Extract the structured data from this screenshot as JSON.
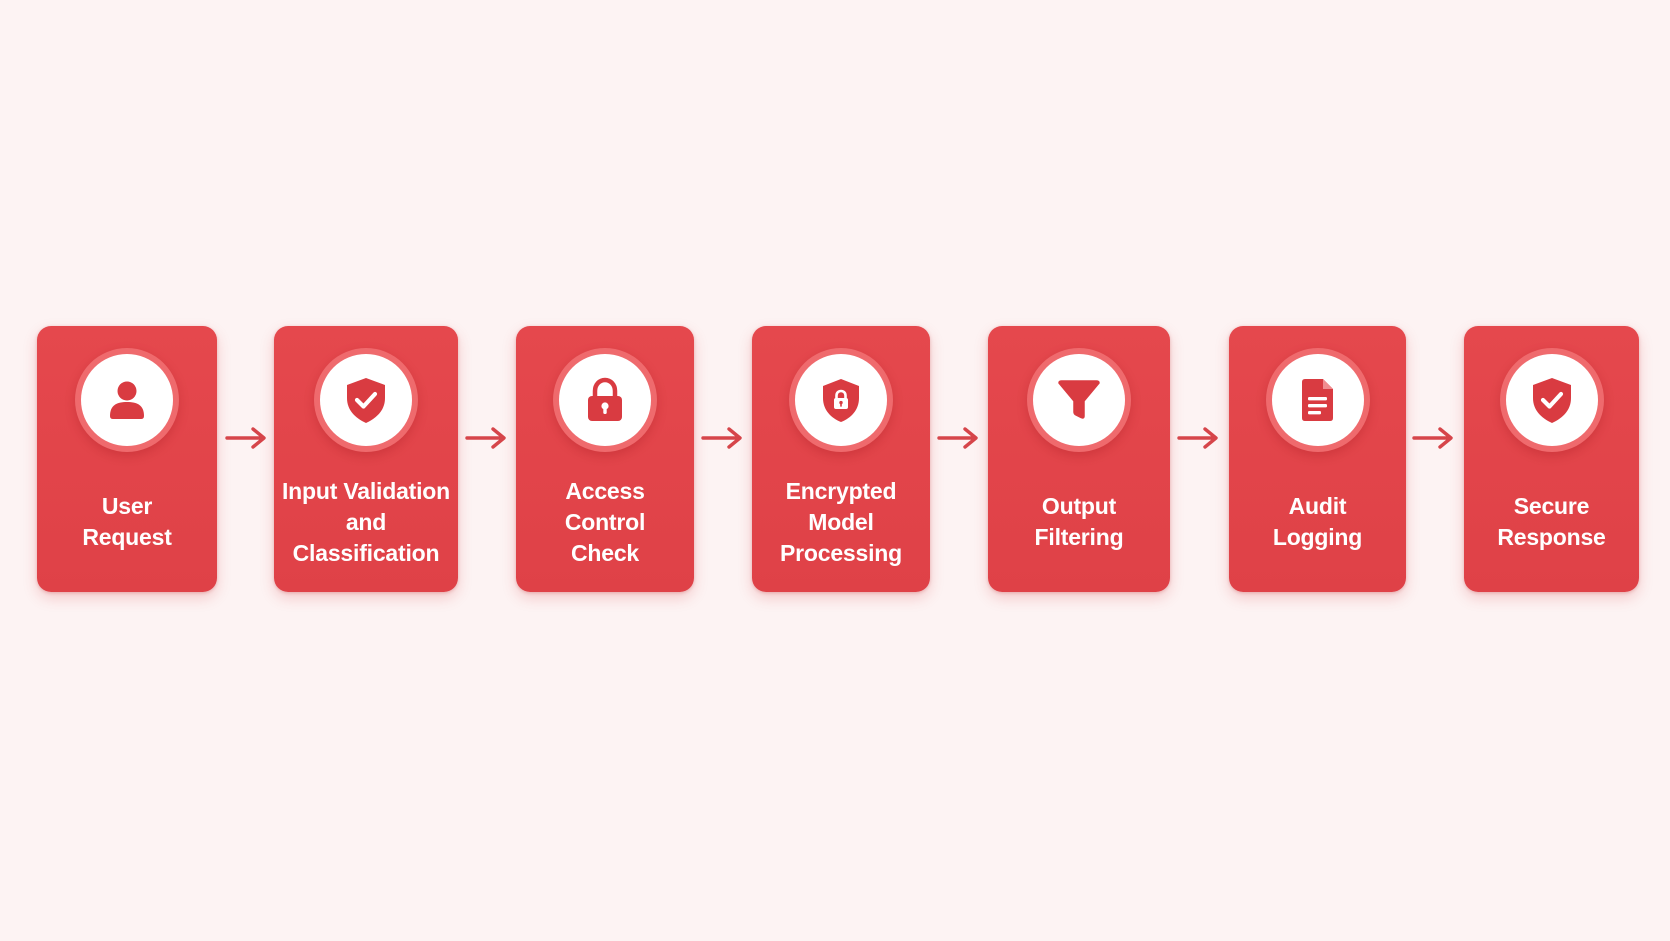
{
  "colors": {
    "background": "#fdf3f3",
    "card": "#e5484d",
    "icon_fill": "#d93b41",
    "icon_ring": "#ef6a6d",
    "arrow": "#d6454a",
    "text": "#ffffff"
  },
  "steps": [
    {
      "icon": "user-icon",
      "label_lines": [
        "User",
        "Request"
      ]
    },
    {
      "icon": "shield-check-icon",
      "label_lines": [
        "Input Validation",
        "and",
        "Classification"
      ]
    },
    {
      "icon": "padlock-icon",
      "label_lines": [
        "Access",
        "Control",
        "Check"
      ]
    },
    {
      "icon": "shield-lock-icon",
      "label_lines": [
        "Encrypted",
        "Model",
        "Processing"
      ]
    },
    {
      "icon": "filter-icon",
      "label_lines": [
        "Output",
        "Filtering"
      ]
    },
    {
      "icon": "document-icon",
      "label_lines": [
        "Audit",
        "Logging"
      ]
    },
    {
      "icon": "shield-check-icon",
      "label_lines": [
        "Secure",
        "Response"
      ]
    }
  ]
}
